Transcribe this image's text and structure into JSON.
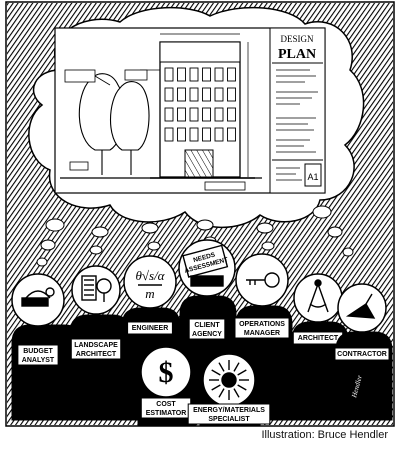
{
  "plan": {
    "title_line1": "DESIGN",
    "title_line2": "PLAN",
    "sheet_number": "A1"
  },
  "characters": [
    {
      "label_line1": "BUDGET",
      "label_line2": "ANALYST"
    },
    {
      "label_line1": "LANDSCAPE",
      "label_line2": "ARCHITECT"
    },
    {
      "label_line1": "ENGINEER",
      "label_line2": ""
    },
    {
      "label_line1": "CLIENT",
      "label_line2": "AGENCY"
    },
    {
      "label_line1": "OPERATIONS",
      "label_line2": "MANAGER"
    },
    {
      "label_line1": "ARCHITECT",
      "label_line2": ""
    },
    {
      "label_line1": "CONTRACTOR",
      "label_line2": ""
    },
    {
      "label_line1": "COST",
      "label_line2": "ESTIMATOR"
    },
    {
      "label_line1": "ENERGY/MATERIALS",
      "label_line2": "SPECIALIST"
    }
  ],
  "icons": {
    "engineer_formula": "θ√s/α",
    "engineer_m": "m",
    "client_sign_line1": "NEEDS",
    "client_sign_line2": "ASSESSMENT",
    "dollar": "$"
  },
  "signature": "Hendler",
  "caption": "Illustration: Bruce Hendler"
}
